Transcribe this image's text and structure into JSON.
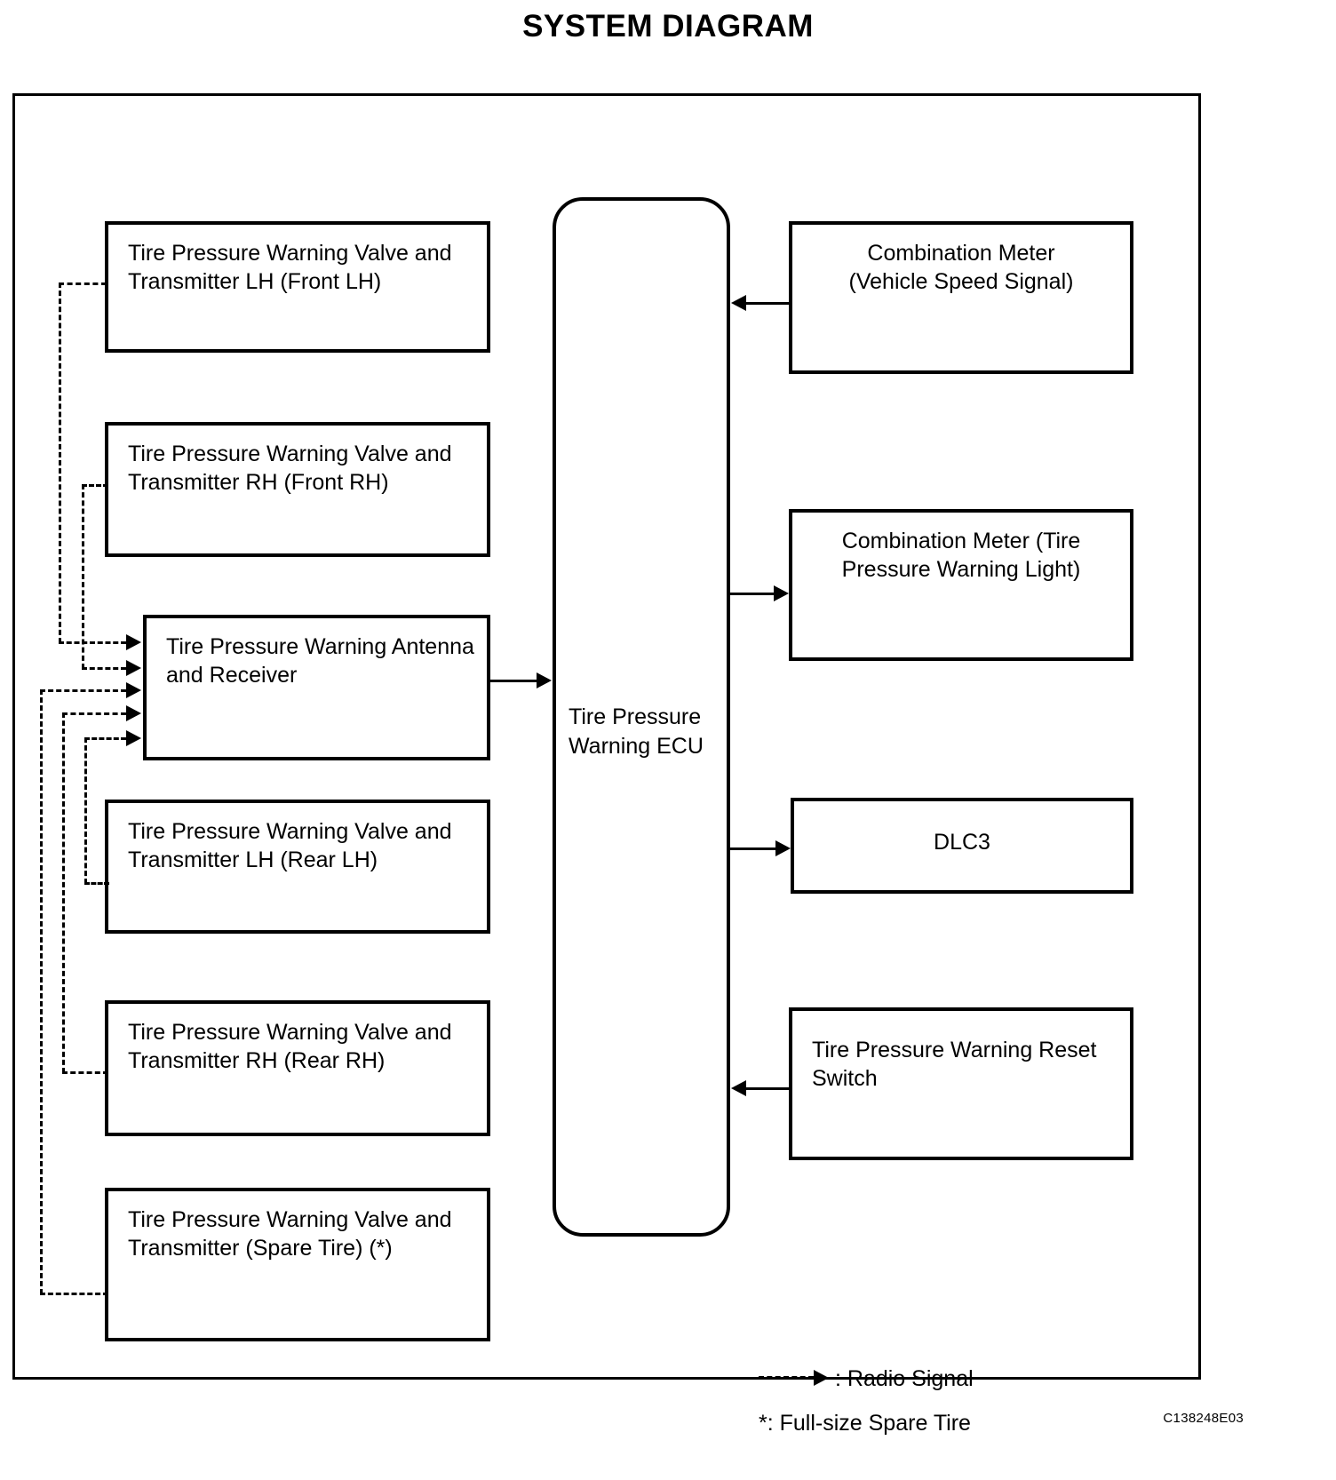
{
  "title": "SYSTEM DIAGRAM",
  "doc_code": "C138248E03",
  "ecu": {
    "label": "Tire Pressure\nWarning ECU"
  },
  "left_nodes": [
    {
      "id": "valve-front-lh",
      "label": "Tire Pressure Warning Valve and\nTransmitter LH (Front LH)"
    },
    {
      "id": "valve-front-rh",
      "label": "Tire Pressure Warning Valve and\nTransmitter RH (Front  RH)"
    },
    {
      "id": "antenna-receiver",
      "label": "Tire Pressure Warning Antenna\nand Receiver"
    },
    {
      "id": "valve-rear-lh",
      "label": "Tire Pressure Warning Valve and\nTransmitter LH (Rear LH)"
    },
    {
      "id": "valve-rear-rh",
      "label": "Tire Pressure Warning Valve and\nTransmitter RH (Rear RH)"
    },
    {
      "id": "valve-spare",
      "label": "Tire Pressure Warning Valve and\nTransmitter (Spare Tire) (*)"
    }
  ],
  "right_nodes": [
    {
      "id": "combination-meter-speed",
      "label": "Combination Meter\n(Vehicle Speed Signal)"
    },
    {
      "id": "combination-meter-warning-light",
      "label": "Combination Meter (Tire\nPressure Warning Light)"
    },
    {
      "id": "dlc3",
      "label": "DLC3"
    },
    {
      "id": "reset-switch",
      "label": "Tire Pressure Warning Reset\nSwitch"
    }
  ],
  "legend": {
    "radio_signal": ": Radio Signal",
    "spare_tire_note": "*: Full-size Spare Tire"
  },
  "chart_data": {
    "type": "diagram",
    "title": "SYSTEM DIAGRAM",
    "nodes": [
      "Tire Pressure Warning Valve and Transmitter LH (Front LH)",
      "Tire Pressure Warning Valve and Transmitter RH (Front  RH)",
      "Tire Pressure Warning Antenna and Receiver",
      "Tire Pressure Warning Valve and Transmitter LH (Rear LH)",
      "Tire Pressure Warning Valve and Transmitter RH (Rear RH)",
      "Tire Pressure Warning Valve and Transmitter (Spare Tire) (*)",
      "Tire Pressure Warning ECU",
      "Combination Meter (Vehicle Speed Signal)",
      "Combination Meter (Tire Pressure Warning Light)",
      "DLC3",
      "Tire Pressure Warning Reset Switch"
    ],
    "edges": [
      {
        "from": "Tire Pressure Warning Valve and Transmitter LH (Front LH)",
        "to": "Tire Pressure Warning Antenna and Receiver",
        "style": "dashed",
        "type": "Radio Signal"
      },
      {
        "from": "Tire Pressure Warning Valve and Transmitter RH (Front  RH)",
        "to": "Tire Pressure Warning Antenna and Receiver",
        "style": "dashed",
        "type": "Radio Signal"
      },
      {
        "from": "Tire Pressure Warning Valve and Transmitter LH (Rear LH)",
        "to": "Tire Pressure Warning Antenna and Receiver",
        "style": "dashed",
        "type": "Radio Signal"
      },
      {
        "from": "Tire Pressure Warning Valve and Transmitter RH (Rear RH)",
        "to": "Tire Pressure Warning Antenna and Receiver",
        "style": "dashed",
        "type": "Radio Signal"
      },
      {
        "from": "Tire Pressure Warning Valve and Transmitter (Spare Tire) (*)",
        "to": "Tire Pressure Warning Antenna and Receiver",
        "style": "dashed",
        "type": "Radio Signal"
      },
      {
        "from": "Tire Pressure Warning Antenna and Receiver",
        "to": "Tire Pressure Warning ECU",
        "style": "solid"
      },
      {
        "from": "Combination Meter (Vehicle Speed Signal)",
        "to": "Tire Pressure Warning ECU",
        "style": "solid"
      },
      {
        "from": "Tire Pressure Warning ECU",
        "to": "Combination Meter (Tire Pressure Warning Light)",
        "style": "solid"
      },
      {
        "from": "Tire Pressure Warning ECU",
        "to": "DLC3",
        "style": "solid"
      },
      {
        "from": "Tire Pressure Warning Reset Switch",
        "to": "Tire Pressure Warning ECU",
        "style": "solid"
      }
    ]
  }
}
